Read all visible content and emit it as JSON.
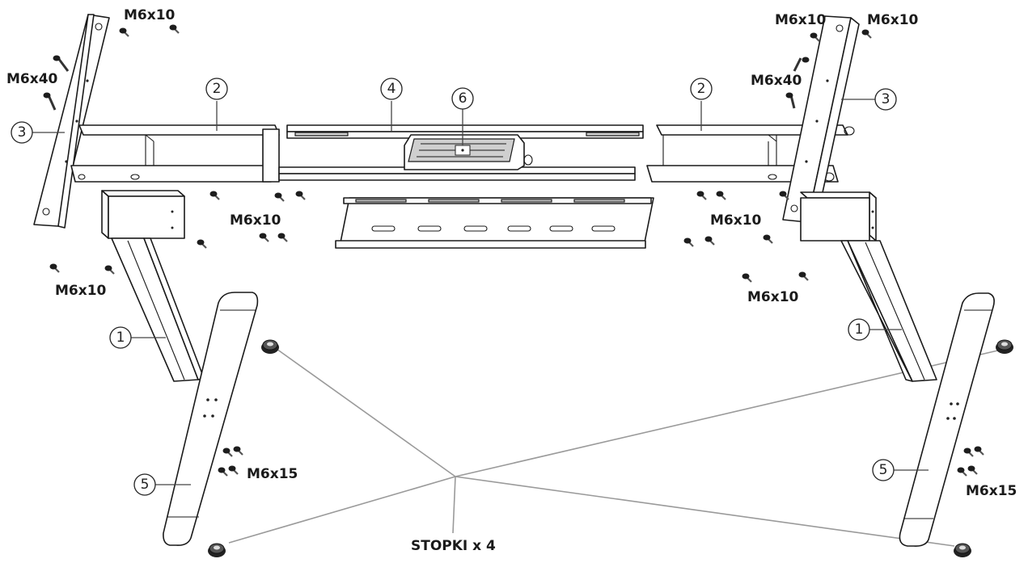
{
  "callouts": {
    "legs": "1",
    "side_brackets": "2",
    "end_plates": "3",
    "center_beam": "4",
    "feet": "5",
    "control_box": "6"
  },
  "screws": {
    "m6x10": "M6x10",
    "m6x40": "M6x40",
    "m6x15": "M6x15"
  },
  "glides_label": "STOPKI x 4"
}
